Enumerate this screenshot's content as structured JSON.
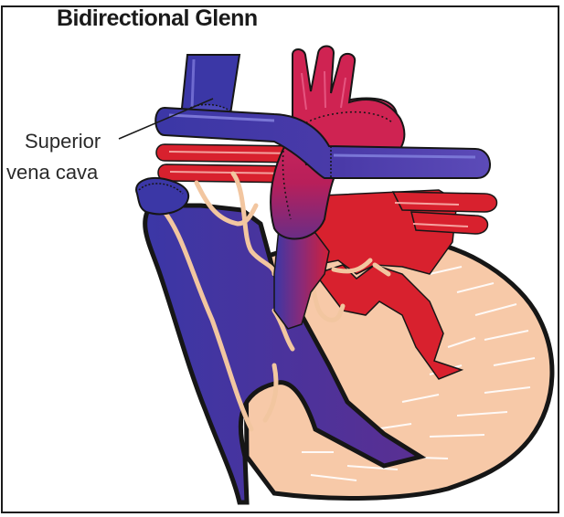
{
  "title": "Bidirectional Glenn",
  "labels": {
    "superior_vena_cava": {
      "line1": "Superior",
      "line2": "vena cava"
    }
  },
  "colors": {
    "deoxygenated_blue": "#3a36a0",
    "oxygenated_red": "#d8212e",
    "aorta_magenta": "#c8205a",
    "muscle_peach": "#f7c9a8",
    "outline": "#161616"
  }
}
